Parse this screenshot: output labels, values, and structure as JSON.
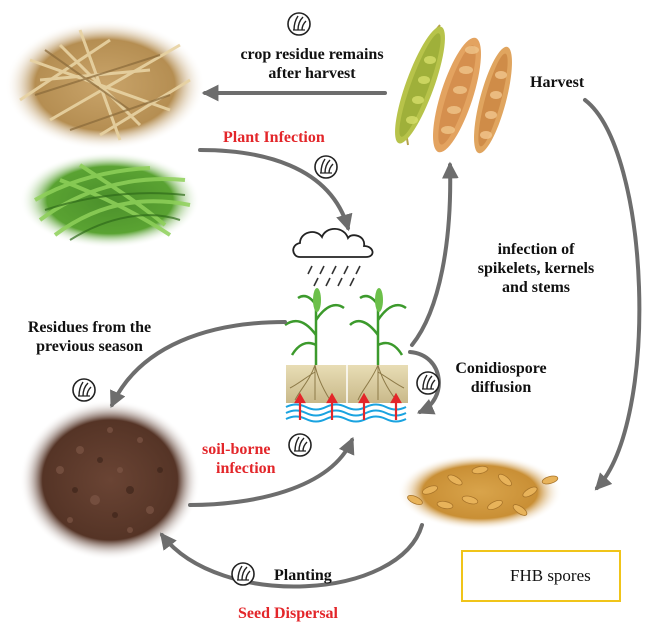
{
  "labels": {
    "crop_residue_line1": "crop residue remains",
    "crop_residue_line2": "after harvest",
    "harvest": "Harvest",
    "plant_infection": "Plant Infection",
    "infection_spikelets_line1": "infection of",
    "infection_spikelets_line2": "spikelets, kernels",
    "infection_spikelets_line3": "and stems",
    "residues_prev_line1": "Residues from the",
    "residues_prev_line2": "previous season",
    "conidiospore_line1": "Conidiospore",
    "conidiospore_line2": "diffusion",
    "soilborne_line1": "soil-borne",
    "soilborne_line2": "infection",
    "planting": "Planting",
    "seed_dispersal": "Seed Dispersal"
  },
  "legend": {
    "text": "FHB spores",
    "icon": "fhb-spore-icon",
    "border_color": "#f0c419"
  },
  "colors": {
    "arrow": "#6d6d6d",
    "red_label": "#e3262a",
    "water": "#1aa3e0",
    "red_arrow": "#e3262a"
  }
}
